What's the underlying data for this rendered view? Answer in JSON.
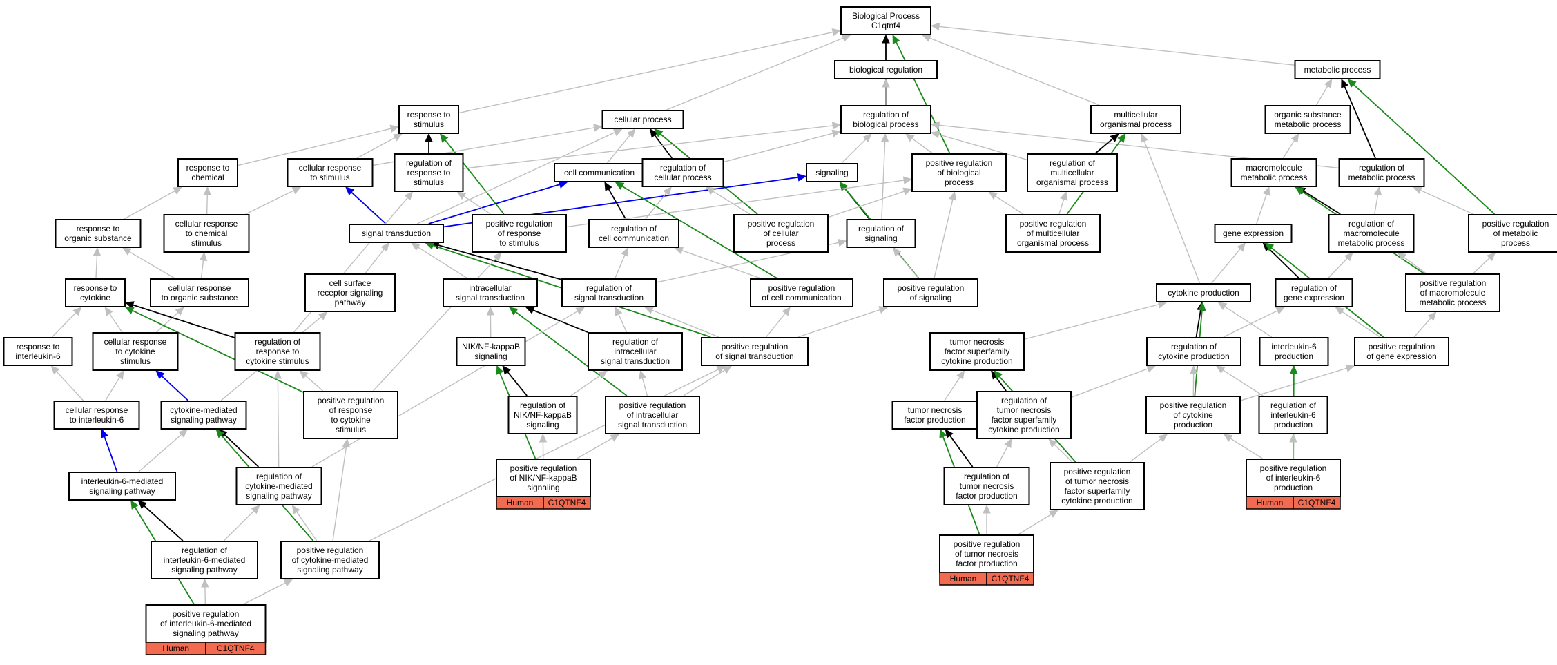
{
  "colors": {
    "is_a": "#c0c0c0",
    "part_of": "#000000",
    "regulates": "#1a8a1a",
    "negative_or_other": "#0000ee",
    "annotation": "#f26a4f"
  },
  "nodes": {
    "bp_root": [
      "Biological Process",
      "C1qtnf4"
    ],
    "bio_reg": [
      "biological regulation"
    ],
    "metabolic": [
      "metabolic process"
    ],
    "resp_stim": [
      "response to",
      "stimulus"
    ],
    "cell_proc": [
      "cellular process"
    ],
    "reg_bio": [
      "regulation of",
      "biological process"
    ],
    "multicell": [
      "multicellular",
      "organismal process"
    ],
    "org_sub_met": [
      "organic substance",
      "metabolic process"
    ],
    "resp_chem": [
      "response to",
      "chemical"
    ],
    "cell_resp_stim": [
      "cellular response",
      "to stimulus"
    ],
    "reg_resp_stim": [
      "regulation of",
      "response to",
      "stimulus"
    ],
    "cell_comm": [
      "cell communication"
    ],
    "reg_cell_proc": [
      "regulation of",
      "cellular process"
    ],
    "signaling": [
      "signaling"
    ],
    "pos_reg_bio": [
      "positive regulation",
      "of biological",
      "process"
    ],
    "reg_multi": [
      "regulation of",
      "multicellular",
      "organismal process"
    ],
    "macro_met": [
      "macromolecule",
      "metabolic process"
    ],
    "reg_met": [
      "regulation of",
      "metabolic process"
    ],
    "resp_org_sub": [
      "response to",
      "organic substance"
    ],
    "cell_resp_chem": [
      "cellular response",
      "to chemical",
      "stimulus"
    ],
    "sig_trans": [
      "signal transduction"
    ],
    "pos_reg_resp_stim": [
      "positive regulation",
      "of response",
      "to stimulus"
    ],
    "reg_cell_comm": [
      "regulation of",
      "cell communication"
    ],
    "pos_reg_cell_proc": [
      "positive regulation",
      "of cellular",
      "process"
    ],
    "reg_sig": [
      "regulation of",
      "signaling"
    ],
    "pos_reg_multi": [
      "positive regulation",
      "of multicellular",
      "organismal process"
    ],
    "gene_expr": [
      "gene expression"
    ],
    "reg_macro_met": [
      "regulation of",
      "macromolecule",
      "metabolic process"
    ],
    "pos_reg_met": [
      "positive regulation",
      "of metabolic",
      "process"
    ],
    "resp_cyt": [
      "response to",
      "cytokine"
    ],
    "cell_resp_org": [
      "cellular response",
      "to organic substance"
    ],
    "csr_sig": [
      "cell surface",
      "receptor signaling",
      "pathway"
    ],
    "intra_sig": [
      "intracellular",
      "signal transduction"
    ],
    "reg_sig_trans": [
      "regulation of",
      "signal transduction"
    ],
    "pos_reg_cell_comm": [
      "positive regulation",
      "of cell communication"
    ],
    "pos_reg_sig": [
      "positive regulation",
      "of signaling"
    ],
    "cyt_prod": [
      "cytokine production"
    ],
    "reg_gene_expr": [
      "regulation of",
      "gene expression"
    ],
    "pos_reg_macro_met": [
      "positive regulation",
      "of macromolecule",
      "metabolic process"
    ],
    "resp_il6": [
      "response to",
      "interleukin-6"
    ],
    "cell_resp_cyt": [
      "cellular response",
      "to cytokine",
      "stimulus"
    ],
    "reg_resp_cyt": [
      "regulation of",
      "response to",
      "cytokine stimulus"
    ],
    "nik": [
      "NIK/NF-kappaB",
      "signaling"
    ],
    "reg_intra": [
      "regulation of",
      "intracellular",
      "signal transduction"
    ],
    "pos_reg_sig_trans": [
      "positive regulation",
      "of signal transduction"
    ],
    "tnfsf_prod": [
      "tumor necrosis",
      "factor superfamily",
      "cytokine production"
    ],
    "reg_cyt_prod": [
      "regulation of",
      "cytokine production"
    ],
    "il6_prod": [
      "interleukin-6",
      "production"
    ],
    "pos_reg_gene_expr": [
      "positive regulation",
      "of gene expression"
    ],
    "cell_resp_il6": [
      "cellular response",
      "to interleukin-6"
    ],
    "cyt_med": [
      "cytokine-mediated",
      "signaling pathway"
    ],
    "pos_reg_resp_cyt": [
      "positive regulation",
      "of response",
      "to cytokine",
      "stimulus"
    ],
    "reg_nik": [
      "regulation of",
      "NIK/NF-kappaB",
      "signaling"
    ],
    "pos_reg_intra": [
      "positive regulation",
      "of intracellular",
      "signal transduction"
    ],
    "tnf_prod": [
      "tumor necrosis",
      "factor production"
    ],
    "reg_tnfsf": [
      "regulation of",
      "tumor necrosis",
      "factor superfamily",
      "cytokine production"
    ],
    "pos_reg_cyt_prod": [
      "positive regulation",
      "of cytokine",
      "production"
    ],
    "reg_il6_prod": [
      "regulation of",
      "interleukin-6",
      "production"
    ],
    "il6_med": [
      "interleukin-6-mediated",
      "signaling pathway"
    ],
    "reg_cyt_med": [
      "regulation of",
      "cytokine-mediated",
      "signaling pathway"
    ],
    "pos_reg_nik": [
      "positive regulation",
      "of NIK/NF-kappaB",
      "signaling"
    ],
    "reg_tnf": [
      "regulation of",
      "tumor necrosis",
      "factor production"
    ],
    "pos_reg_tnfsf": [
      "positive regulation",
      "of tumor necrosis",
      "factor superfamily",
      "cytokine production"
    ],
    "pos_reg_il6_prod": [
      "positive regulation",
      "of interleukin-6",
      "production"
    ],
    "reg_il6_med": [
      "regulation of",
      "interleukin-6-mediated",
      "signaling pathway"
    ],
    "pos_reg_cyt_med": [
      "positive regulation",
      "of cytokine-mediated",
      "signaling pathway"
    ],
    "pos_reg_tnf": [
      "positive regulation",
      "of tumor necrosis",
      "factor production"
    ],
    "pos_reg_il6_med": [
      "positive regulation",
      "of interleukin-6-mediated",
      "signaling pathway"
    ]
  },
  "annotations": {
    "pos_reg_nik": [
      "Human",
      "C1QTNF4"
    ],
    "pos_reg_tnf": [
      "Human",
      "C1QTNF4"
    ],
    "pos_reg_il6_prod": [
      "Human",
      "C1QTNF4"
    ],
    "pos_reg_il6_med": [
      "Human",
      "C1QTNF4"
    ]
  },
  "edges": [
    [
      "bio_reg",
      "bp_root",
      "is_a"
    ],
    [
      "metabolic",
      "bp_root",
      "is_a"
    ],
    [
      "resp_stim",
      "bp_root",
      "is_a"
    ],
    [
      "cell_proc",
      "bp_root",
      "is_a"
    ],
    [
      "reg_bio",
      "bp_root",
      "part_of"
    ],
    [
      "reg_bio",
      "bio_reg",
      "is_a"
    ],
    [
      "multicell",
      "bp_root",
      "is_a"
    ],
    [
      "pos_reg_bio",
      "bp_root",
      "regulates"
    ],
    [
      "org_sub_met",
      "metabolic",
      "is_a"
    ],
    [
      "reg_met",
      "metabolic",
      "part_of"
    ],
    [
      "pos_reg_met",
      "metabolic",
      "regulates"
    ],
    [
      "resp_chem",
      "resp_stim",
      "is_a"
    ],
    [
      "cell_resp_stim",
      "resp_stim",
      "is_a"
    ],
    [
      "reg_resp_stim",
      "resp_stim",
      "part_of"
    ],
    [
      "pos_reg_resp_stim",
      "resp_stim",
      "regulates"
    ],
    [
      "cell_resp_stim",
      "cell_proc",
      "is_a"
    ],
    [
      "cell_comm",
      "cell_proc",
      "is_a"
    ],
    [
      "reg_cell_proc",
      "cell_proc",
      "part_of"
    ],
    [
      "pos_reg_cell_proc",
      "cell_proc",
      "regulates"
    ],
    [
      "sig_trans",
      "cell_proc",
      "is_a"
    ],
    [
      "reg_resp_stim",
      "reg_bio",
      "is_a"
    ],
    [
      "reg_cell_proc",
      "reg_bio",
      "is_a"
    ],
    [
      "signaling",
      "reg_bio",
      "is_a"
    ],
    [
      "pos_reg_bio",
      "reg_bio",
      "is_a"
    ],
    [
      "reg_multi",
      "reg_bio",
      "is_a"
    ],
    [
      "reg_met",
      "reg_bio",
      "is_a"
    ],
    [
      "reg_multi",
      "multicell",
      "part_of"
    ],
    [
      "pos_reg_multi",
      "multicell",
      "regulates"
    ],
    [
      "cyt_prod",
      "multicell",
      "is_a"
    ],
    [
      "macro_met",
      "org_sub_met",
      "is_a"
    ],
    [
      "gene_expr",
      "macro_met",
      "is_a"
    ],
    [
      "reg_macro_met",
      "macro_met",
      "part_of"
    ],
    [
      "pos_reg_macro_met",
      "macro_met",
      "regulates"
    ],
    [
      "reg_macro_met",
      "reg_met",
      "is_a"
    ],
    [
      "pos_reg_met",
      "reg_met",
      "is_a"
    ],
    [
      "pos_reg_macro_met",
      "pos_reg_met",
      "is_a"
    ],
    [
      "resp_org_sub",
      "resp_chem",
      "is_a"
    ],
    [
      "cell_resp_chem",
      "resp_chem",
      "is_a"
    ],
    [
      "cell_resp_chem",
      "cell_resp_stim",
      "is_a"
    ],
    [
      "sig_trans",
      "cell_resp_stim",
      "negative_or_other"
    ],
    [
      "sig_trans",
      "cell_comm",
      "negative_or_other"
    ],
    [
      "sig_trans",
      "signaling",
      "negative_or_other"
    ],
    [
      "reg_cell_comm",
      "cell_comm",
      "part_of"
    ],
    [
      "pos_reg_cell_comm",
      "cell_comm",
      "regulates"
    ],
    [
      "reg_cell_comm",
      "reg_cell_proc",
      "is_a"
    ],
    [
      "pos_reg_cell_proc",
      "reg_cell_proc",
      "is_a"
    ],
    [
      "reg_sig",
      "signaling",
      "part_of"
    ],
    [
      "pos_reg_sig",
      "signaling",
      "regulates"
    ],
    [
      "pos_reg_resp_stim",
      "reg_resp_stim",
      "is_a"
    ],
    [
      "pos_reg_resp_stim",
      "pos_reg_bio",
      "is_a"
    ],
    [
      "pos_reg_cell_proc",
      "pos_reg_bio",
      "is_a"
    ],
    [
      "pos_reg_sig",
      "pos_reg_bio",
      "is_a"
    ],
    [
      "pos_reg_multi",
      "reg_multi",
      "is_a"
    ],
    [
      "pos_reg_multi",
      "pos_reg_bio",
      "is_a"
    ],
    [
      "reg_sig",
      "reg_bio",
      "is_a"
    ],
    [
      "resp_cyt",
      "resp_org_sub",
      "is_a"
    ],
    [
      "cell_resp_org",
      "resp_org_sub",
      "is_a"
    ],
    [
      "cell_resp_org",
      "cell_resp_chem",
      "is_a"
    ],
    [
      "intra_sig",
      "sig_trans",
      "is_a"
    ],
    [
      "csr_sig",
      "sig_trans",
      "is_a"
    ],
    [
      "reg_sig_trans",
      "sig_trans",
      "part_of"
    ],
    [
      "pos_reg_sig_trans",
      "sig_trans",
      "regulates"
    ],
    [
      "reg_sig_trans",
      "reg_cell_comm",
      "is_a"
    ],
    [
      "reg_sig_trans",
      "reg_sig",
      "is_a"
    ],
    [
      "pos_reg_sig_trans",
      "pos_reg_cell_comm",
      "is_a"
    ],
    [
      "pos_reg_sig_trans",
      "pos_reg_sig",
      "is_a"
    ],
    [
      "pos_reg_cell_comm",
      "reg_cell_comm",
      "is_a"
    ],
    [
      "pos_reg_sig",
      "reg_sig",
      "is_a"
    ],
    [
      "pos_reg_sig_trans",
      "reg_sig_trans",
      "is_a"
    ],
    [
      "cyt_prod",
      "gene_expr",
      "is_a"
    ],
    [
      "reg_gene_expr",
      "gene_expr",
      "part_of"
    ],
    [
      "pos_reg_gene_expr",
      "gene_expr",
      "regulates"
    ],
    [
      "reg_gene_expr",
      "reg_macro_met",
      "is_a"
    ],
    [
      "pos_reg_gene_expr",
      "reg_gene_expr",
      "is_a"
    ],
    [
      "pos_reg_gene_expr",
      "pos_reg_macro_met",
      "is_a"
    ],
    [
      "pos_reg_macro_met",
      "reg_macro_met",
      "is_a"
    ],
    [
      "resp_il6",
      "resp_cyt",
      "is_a"
    ],
    [
      "cell_resp_cyt",
      "resp_cyt",
      "is_a"
    ],
    [
      "cell_resp_cyt",
      "cell_resp_org",
      "is_a"
    ],
    [
      "reg_resp_cyt",
      "resp_cyt",
      "part_of"
    ],
    [
      "pos_reg_resp_cyt",
      "resp_cyt",
      "regulates"
    ],
    [
      "reg_resp_cyt",
      "reg_resp_stim",
      "is_a"
    ],
    [
      "pos_reg_resp_cyt",
      "reg_resp_cyt",
      "is_a"
    ],
    [
      "pos_reg_resp_cyt",
      "pos_reg_resp_stim",
      "is_a"
    ],
    [
      "nik",
      "intra_sig",
      "is_a"
    ],
    [
      "reg_intra",
      "intra_sig",
      "part_of"
    ],
    [
      "pos_reg_intra",
      "intra_sig",
      "regulates"
    ],
    [
      "reg_intra",
      "reg_sig_trans",
      "is_a"
    ],
    [
      "pos_reg_intra",
      "reg_intra",
      "is_a"
    ],
    [
      "pos_reg_intra",
      "pos_reg_sig_trans",
      "is_a"
    ],
    [
      "tnfsf_prod",
      "cyt_prod",
      "is_a"
    ],
    [
      "il6_prod",
      "cyt_prod",
      "is_a"
    ],
    [
      "reg_cyt_prod",
      "cyt_prod",
      "part_of"
    ],
    [
      "pos_reg_cyt_prod",
      "cyt_prod",
      "regulates"
    ],
    [
      "reg_cyt_prod",
      "reg_gene_expr",
      "is_a"
    ],
    [
      "pos_reg_cyt_prod",
      "reg_cyt_prod",
      "is_a"
    ],
    [
      "pos_reg_cyt_prod",
      "pos_reg_gene_expr",
      "is_a"
    ],
    [
      "cell_resp_il6",
      "cell_resp_cyt",
      "is_a"
    ],
    [
      "cell_resp_il6",
      "resp_il6",
      "is_a"
    ],
    [
      "cyt_med",
      "cell_resp_cyt",
      "negative_or_other"
    ],
    [
      "cyt_med",
      "csr_sig",
      "is_a"
    ],
    [
      "reg_nik",
      "nik",
      "part_of"
    ],
    [
      "pos_reg_nik",
      "nik",
      "regulates"
    ],
    [
      "reg_nik",
      "reg_intra",
      "is_a"
    ],
    [
      "pos_reg_nik",
      "reg_nik",
      "is_a"
    ],
    [
      "pos_reg_nik",
      "pos_reg_intra",
      "is_a"
    ],
    [
      "tnf_prod",
      "tnfsf_prod",
      "is_a"
    ],
    [
      "reg_tnfsf",
      "tnfsf_prod",
      "part_of"
    ],
    [
      "pos_reg_tnfsf",
      "tnfsf_prod",
      "regulates"
    ],
    [
      "reg_tnfsf",
      "reg_cyt_prod",
      "is_a"
    ],
    [
      "pos_reg_tnfsf",
      "reg_tnfsf",
      "is_a"
    ],
    [
      "pos_reg_tnfsf",
      "pos_reg_cyt_prod",
      "is_a"
    ],
    [
      "reg_il6_prod",
      "il6_prod",
      "part_of"
    ],
    [
      "pos_reg_il6_prod",
      "il6_prod",
      "regulates"
    ],
    [
      "reg_il6_prod",
      "reg_cyt_prod",
      "is_a"
    ],
    [
      "pos_reg_il6_prod",
      "reg_il6_prod",
      "is_a"
    ],
    [
      "pos_reg_il6_prod",
      "pos_reg_cyt_prod",
      "is_a"
    ],
    [
      "il6_med",
      "cell_resp_il6",
      "negative_or_other"
    ],
    [
      "il6_med",
      "cyt_med",
      "is_a"
    ],
    [
      "reg_cyt_med",
      "cyt_med",
      "part_of"
    ],
    [
      "pos_reg_cyt_med",
      "cyt_med",
      "regulates"
    ],
    [
      "reg_cyt_med",
      "reg_resp_cyt",
      "is_a"
    ],
    [
      "reg_cyt_med",
      "reg_sig_trans",
      "is_a"
    ],
    [
      "pos_reg_cyt_med",
      "reg_cyt_med",
      "is_a"
    ],
    [
      "pos_reg_cyt_med",
      "pos_reg_resp_cyt",
      "is_a"
    ],
    [
      "pos_reg_cyt_med",
      "pos_reg_sig_trans",
      "is_a"
    ],
    [
      "reg_tnf",
      "tnf_prod",
      "part_of"
    ],
    [
      "pos_reg_tnf",
      "tnf_prod",
      "regulates"
    ],
    [
      "reg_tnf",
      "reg_tnfsf",
      "is_a"
    ],
    [
      "pos_reg_tnf",
      "reg_tnf",
      "is_a"
    ],
    [
      "pos_reg_tnf",
      "pos_reg_tnfsf",
      "is_a"
    ],
    [
      "reg_il6_med",
      "il6_med",
      "part_of"
    ],
    [
      "pos_reg_il6_med",
      "il6_med",
      "regulates"
    ],
    [
      "reg_il6_med",
      "reg_cyt_med",
      "is_a"
    ],
    [
      "pos_reg_il6_med",
      "reg_il6_med",
      "is_a"
    ],
    [
      "pos_reg_il6_med",
      "pos_reg_cyt_med",
      "is_a"
    ]
  ]
}
